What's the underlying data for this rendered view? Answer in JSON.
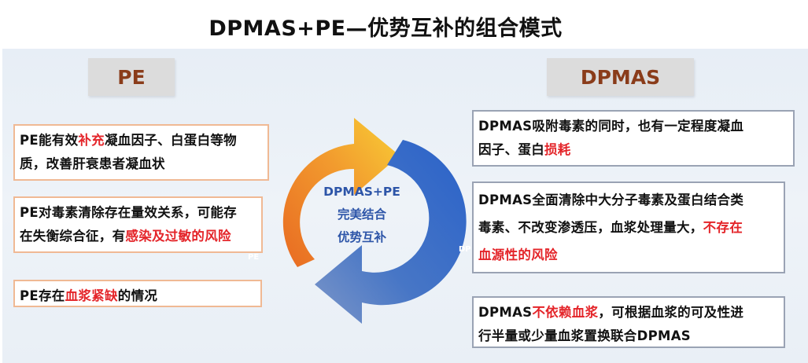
{
  "title": "DPMAS+PE—优势互补的组合模式",
  "headers": {
    "pe": "PE",
    "dpmas": "DPMAS"
  },
  "center": {
    "line1": "DPMAS+PE",
    "line2": "完美结合",
    "line3": "优势互补"
  },
  "arrow_labels": {
    "left": "PE",
    "right": "DP"
  },
  "pe_cards": [
    {
      "a": "PE能有效",
      "h": "补充",
      "b": "凝血因子、白蛋白等物",
      "c": "质，改善肝衰患者凝血状"
    },
    {
      "a": "PE对毒素清除存在量效关系，可能存",
      "b": "在失衡综合征，有",
      "h": "感染及过敏的风险"
    },
    {
      "a": "PE存在",
      "h": "血浆紧缺",
      "b": "的情况"
    }
  ],
  "dp_cards": [
    {
      "a": "DPMAS吸附毒素的同时，也有一定程度凝血",
      "b": "因子、蛋白",
      "h": "损耗"
    },
    {
      "a": "DPMAS全面清除中大分子毒素及蛋白结合类",
      "b": "毒素、不改变渗透压，血浆处理量大，",
      "h": "不存在",
      "h2": "血源性的风险"
    },
    {
      "a": "DPMAS",
      "h": "不依赖血浆",
      "b": "，可根据血浆的可及性进",
      "c": "行半量或少量血浆置换联合DPMAS"
    }
  ],
  "colors": {
    "orange_arrow": "#ef7f2a",
    "yellow_arrow": "#f6c12d",
    "blue_arrow": "#2f5fbf",
    "highlight": "#e4252a",
    "header_text": "#8a3c1a"
  }
}
